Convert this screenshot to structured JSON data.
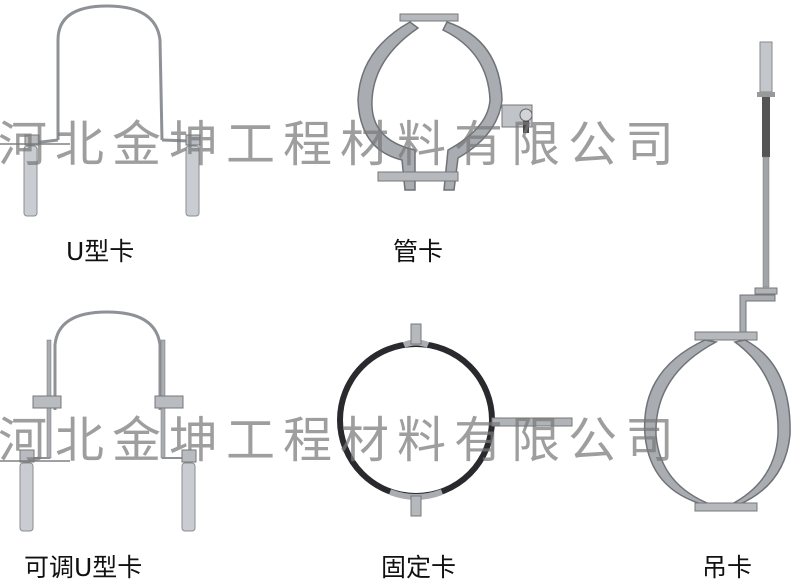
{
  "products": [
    {
      "id": "u-clamp",
      "label": "U型卡",
      "icon": "u-clamp-icon"
    },
    {
      "id": "pipe-clamp",
      "label": "管卡",
      "icon": "pipe-clamp-icon"
    },
    {
      "id": "hanging-clamp",
      "label": "吊卡",
      "icon": "hanging-clamp-icon"
    },
    {
      "id": "adjustable-u-clamp",
      "label": "可调U型卡",
      "icon": "adjustable-u-clamp-icon"
    },
    {
      "id": "fixed-clamp",
      "label": "固定卡",
      "icon": "fixed-clamp-icon"
    }
  ],
  "watermark": {
    "text": "河北金坤工程材料有限公司",
    "color": "#787878"
  },
  "colors": {
    "background": "#ffffff",
    "steel": "#a9acb0",
    "steel_dark": "#6f7378",
    "rubber": "#2a2a2e",
    "label": "#111111"
  }
}
